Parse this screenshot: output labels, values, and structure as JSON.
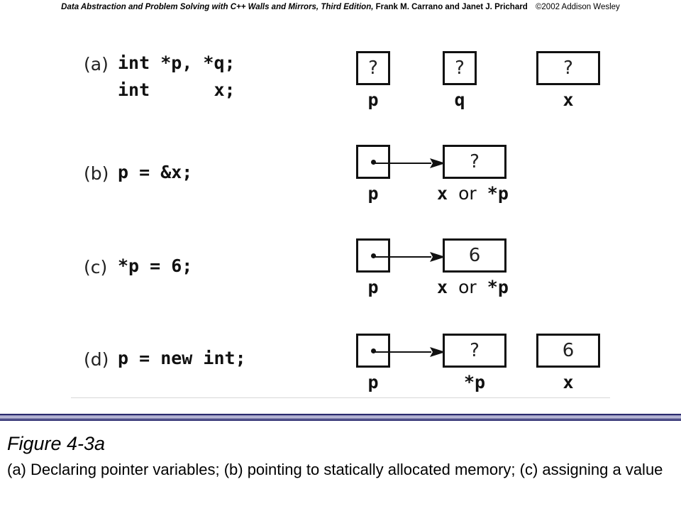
{
  "header": {
    "book_title": "Data Abstraction  and Problem Solving with C++ Walls and Mirrors, Third Edition,",
    "authors": "Frank M. Carrano  and Janet J. Prichard",
    "copyright": "©2002  Addison Wesley"
  },
  "panels": {
    "a": {
      "label": "(a)",
      "code_line1": "int *p, *q;",
      "code_line2": "int      x;",
      "boxes": {
        "p": "?",
        "q": "?",
        "x": "?"
      },
      "names": {
        "p": "p",
        "q": "q",
        "x": "x"
      }
    },
    "b": {
      "label": "(b)",
      "code": "p = &x;",
      "box_target": "?",
      "names": {
        "p": "p",
        "target_a": "x",
        "target_or": "or",
        "target_b": "*p"
      }
    },
    "c": {
      "label": "(c)",
      "code": "*p = 6;",
      "box_target": "6",
      "names": {
        "p": "p",
        "target_a": "x",
        "target_or": "or",
        "target_b": "*p"
      }
    },
    "d": {
      "label": "(d)",
      "code": "p = new int;",
      "box_target": "?",
      "box_x": "6",
      "names": {
        "p": "p",
        "target": "*p",
        "x": "x"
      }
    }
  },
  "caption": {
    "title": "Figure 4-3a",
    "text": "(a) Declaring pointer variables; (b) pointing to statically allocated memory; (c) assigning a value"
  }
}
